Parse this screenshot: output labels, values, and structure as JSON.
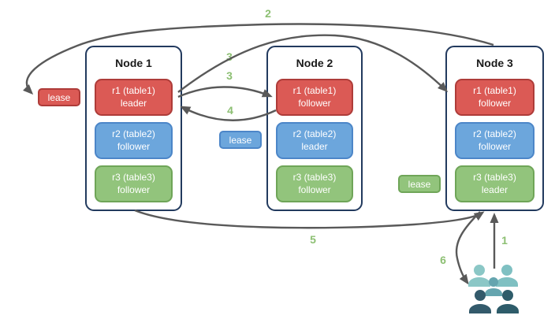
{
  "nodes": [
    {
      "title": "Node 1",
      "replicas": [
        {
          "name": "r1 (table1)",
          "role": "leader",
          "color": "red"
        },
        {
          "name": "r2 (table2)",
          "role": "follower",
          "color": "blue"
        },
        {
          "name": "r3 (table3)",
          "role": "follower",
          "color": "green"
        }
      ]
    },
    {
      "title": "Node 2",
      "replicas": [
        {
          "name": "r1 (table1)",
          "role": "follower",
          "color": "red"
        },
        {
          "name": "r2 (table2)",
          "role": "leader",
          "color": "blue"
        },
        {
          "name": "r3 (table3)",
          "role": "follower",
          "color": "green"
        }
      ]
    },
    {
      "title": "Node 3",
      "replicas": [
        {
          "name": "r1 (table1)",
          "role": "follower",
          "color": "red"
        },
        {
          "name": "r2 (table2)",
          "role": "follower",
          "color": "blue"
        },
        {
          "name": "r3 (table3)",
          "role": "leader",
          "color": "green"
        }
      ]
    }
  ],
  "leases": [
    {
      "label": "lease",
      "color": "#DB5A55"
    },
    {
      "label": "lease",
      "color": "#6CA6DC"
    },
    {
      "label": "lease",
      "color": "#92C47C"
    }
  ],
  "steps": [
    {
      "text": "2"
    },
    {
      "text": "3"
    },
    {
      "text": "3"
    },
    {
      "text": "4"
    },
    {
      "text": "5"
    },
    {
      "text": "1"
    },
    {
      "text": "6"
    }
  ],
  "users": {
    "icon": "users-group-icon",
    "people": [
      {
        "color": "#8BC7C6"
      },
      {
        "color": "#7FC0C2"
      },
      {
        "color": "#65A5AF"
      },
      {
        "color": "#335A6B"
      },
      {
        "color": "#2E5C6A"
      }
    ]
  },
  "colors": {
    "replica_red": "#DB5A55",
    "replica_red_border": "#AE3C39",
    "replica_blue": "#6CA6DC",
    "replica_blue_border": "#4C86C8",
    "replica_green": "#92C47C",
    "replica_green_border": "#6FA558",
    "node_border": "#223A5E",
    "arrow": "#595959",
    "step_label": "#8CBF72"
  }
}
